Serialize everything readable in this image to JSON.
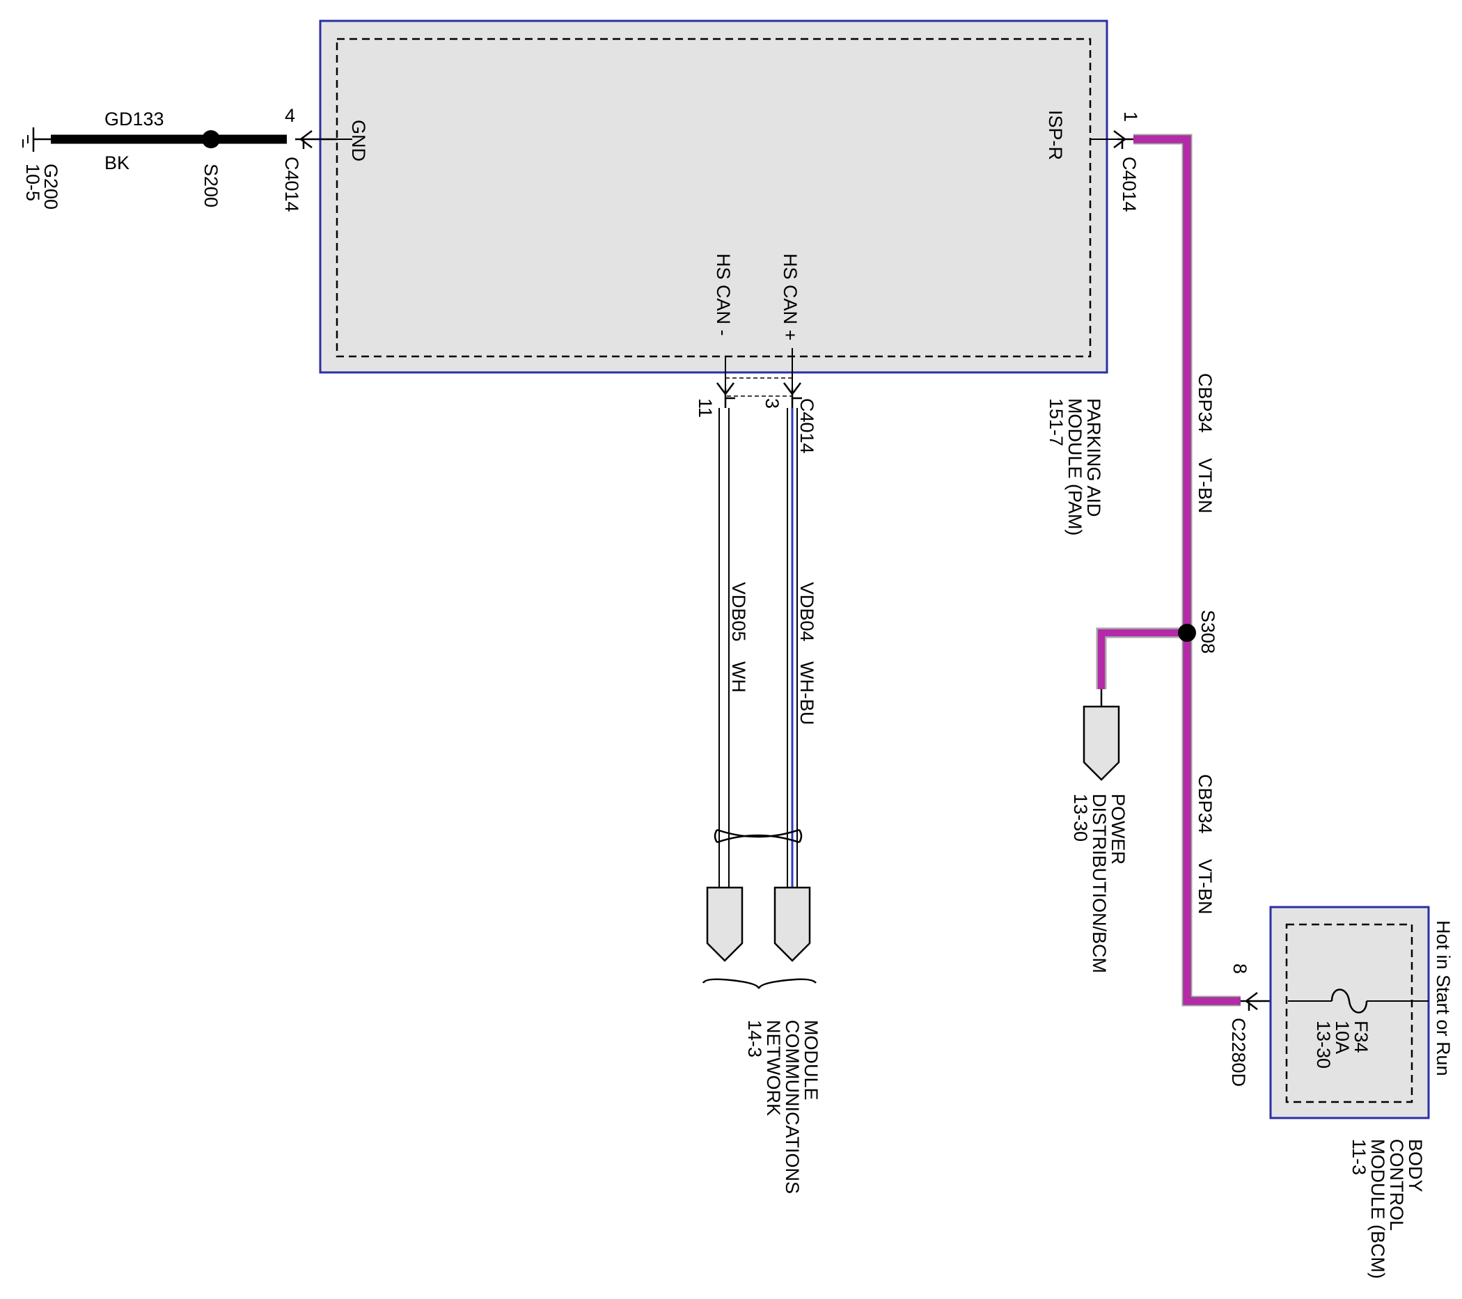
{
  "colors": {
    "module_fill": "#e3e3e3",
    "module_border": "#2b2fa3",
    "wire_violet": "#b52aa8",
    "wire_blue": "#2b3bc4",
    "ground_wire": "#000000",
    "connector_fill": "#e3e3e3"
  },
  "pam": {
    "name_lines": [
      "PARKING AID",
      "MODULE (PAM)",
      "151-7"
    ],
    "pins": {
      "gnd": "GND",
      "isp_r": "ISP-R",
      "hs_can_minus": "HS CAN -",
      "hs_can_plus": "HS CAN +"
    }
  },
  "ground": {
    "point": "G200",
    "page_ref": "10-5",
    "circuit": "GD133",
    "color_code": "BK",
    "splice": "S200",
    "connector": "C4014",
    "pin": "4"
  },
  "ignition_feed": {
    "connector_pam": "C4014",
    "pin_pam": "1",
    "circuit_upper": "CBP34",
    "color_upper": "VT-BN",
    "splice": "S308",
    "circuit_lower": "CBP34",
    "color_lower": "VT-BN",
    "connector_bcm": "C2280D",
    "pin_bcm": "8"
  },
  "power_distribution": {
    "lines": [
      "POWER",
      "DISTRIBUTION/BCM",
      "13-30"
    ]
  },
  "can": {
    "connector": "C4014",
    "pin_minus": "11",
    "pin_plus": "3",
    "minus_circuit": "VDB05",
    "minus_color": "WH",
    "plus_circuit": "VDB04",
    "plus_color": "WH-BU",
    "destination_lines": [
      "MODULE",
      "COMMUNICATIONS",
      "NETWORK",
      "14-3"
    ]
  },
  "bcm": {
    "name_lines": [
      "BODY",
      "CONTROL",
      "MODULE (BCM)",
      "11-3"
    ],
    "fuse": [
      "F34",
      "10A",
      "13-30"
    ],
    "hot_text": "Hot in Start or Run"
  }
}
